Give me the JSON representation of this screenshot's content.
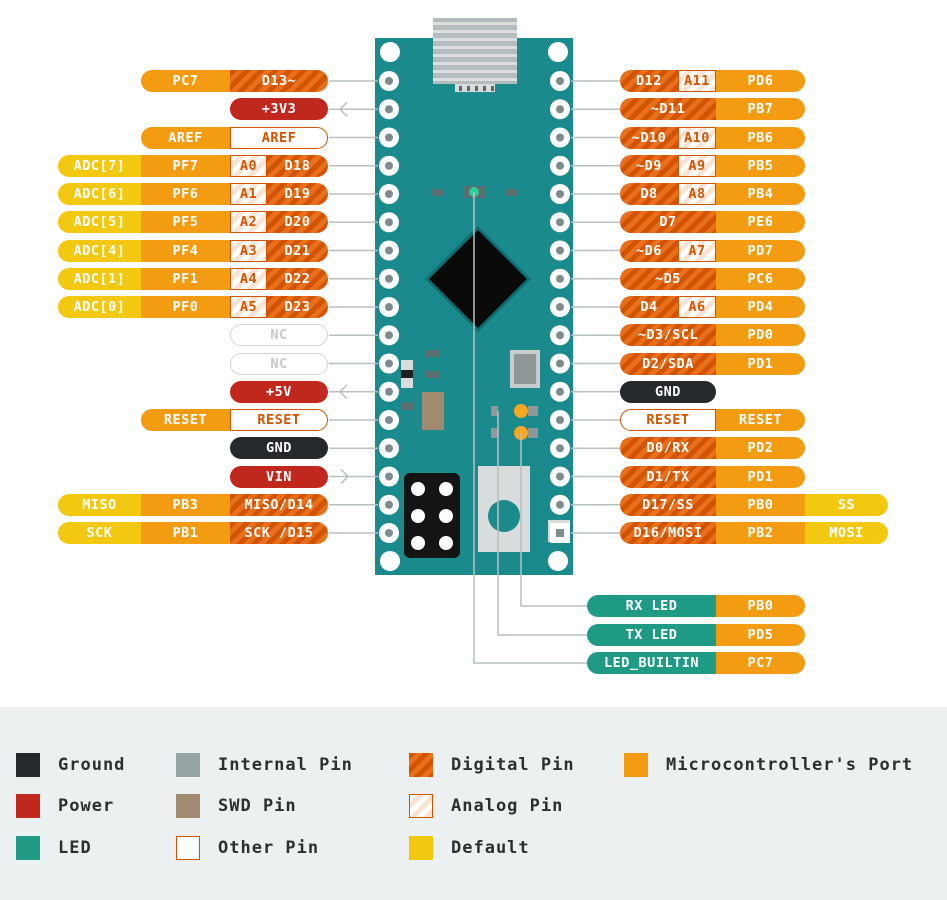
{
  "labels": {
    "left": [
      {
        "port": "PC7",
        "digital": "D13~"
      },
      {
        "power": "+3V3"
      },
      {
        "port": "AREF",
        "other": "AREF"
      },
      {
        "default": "ADC[7]",
        "port": "PF7",
        "analog": "A0",
        "digital": "D18"
      },
      {
        "default": "ADC[6]",
        "port": "PF6",
        "analog": "A1",
        "digital": "D19"
      },
      {
        "default": "ADC[5]",
        "port": "PF5",
        "analog": "A2",
        "digital": "D20"
      },
      {
        "default": "ADC[4]",
        "port": "PF4",
        "analog": "A3",
        "digital": "D21"
      },
      {
        "default": "ADC[1]",
        "port": "PF1",
        "analog": "A4",
        "digital": "D22"
      },
      {
        "default": "ADC[0]",
        "port": "PF0",
        "analog": "A5",
        "digital": "D23"
      },
      {
        "nc": "NC"
      },
      {
        "nc": "NC"
      },
      {
        "power": "+5V"
      },
      {
        "port": "RESET",
        "other": "RESET"
      },
      {
        "ground": "GND"
      },
      {
        "power": "VIN"
      },
      {
        "default": "MISO",
        "port": "PB3",
        "digital": "MISO/D14"
      },
      {
        "default": "SCK",
        "port": "PB1",
        "digital": "SCK /D15"
      }
    ],
    "right": [
      {
        "digital": "D12",
        "analog": "A11",
        "port": "PD6"
      },
      {
        "digital": "~D11",
        "port": "PB7"
      },
      {
        "digital": "~D10",
        "analog": "A10",
        "port": "PB6"
      },
      {
        "digital": "~D9",
        "analog": "A9",
        "port": "PB5"
      },
      {
        "digital": "D8",
        "analog": "A8",
        "port": "PB4"
      },
      {
        "digital": "D7",
        "port": "PE6"
      },
      {
        "digital": "~D6",
        "analog": "A7",
        "port": "PD7"
      },
      {
        "digital": "~D5",
        "port": "PC6"
      },
      {
        "digital": "D4",
        "analog": "A6",
        "port": "PD4"
      },
      {
        "digital": "~D3/SCL",
        "port": "PD0"
      },
      {
        "digital": "D2/SDA",
        "port": "PD1"
      },
      {
        "ground": "GND"
      },
      {
        "other": "RESET",
        "port": "RESET"
      },
      {
        "digital": "D0/RX",
        "port": "PD2"
      },
      {
        "digital": "D1/TX",
        "port": "PD1"
      },
      {
        "digital": "D17/SS",
        "port": "PB0",
        "default": "SS"
      },
      {
        "digital": "D16/MOSI",
        "port": "PB2",
        "default": "MOSI"
      }
    ],
    "leds": [
      {
        "led": "RX LED",
        "port": "PB0"
      },
      {
        "led": "TX LED",
        "port": "PD5"
      },
      {
        "led": "LED_BUILTIN",
        "port": "PC7"
      }
    ]
  },
  "legend": [
    {
      "label": "Ground",
      "type": "ground"
    },
    {
      "label": "Internal Pin",
      "type": "internal"
    },
    {
      "label": "Digital Pin",
      "type": "digital"
    },
    {
      "label": "Microcontroller's Port",
      "type": "port"
    },
    {
      "label": "Power",
      "type": "power"
    },
    {
      "label": "SWD Pin",
      "type": "swd"
    },
    {
      "label": "Analog Pin",
      "type": "analog"
    },
    {
      "label": "LED",
      "type": "led"
    },
    {
      "label": "Other Pin",
      "type": "other"
    },
    {
      "label": "Default",
      "type": "default"
    }
  ],
  "colors": {
    "board": "#1a8a8c",
    "ground": "#25292e",
    "power": "#c0281e",
    "led": "#1f9a85",
    "port": "#f39c12",
    "default": "#f2c811",
    "digital": "#d35400",
    "internal": "#95a5a6",
    "swd": "#a08b70"
  }
}
